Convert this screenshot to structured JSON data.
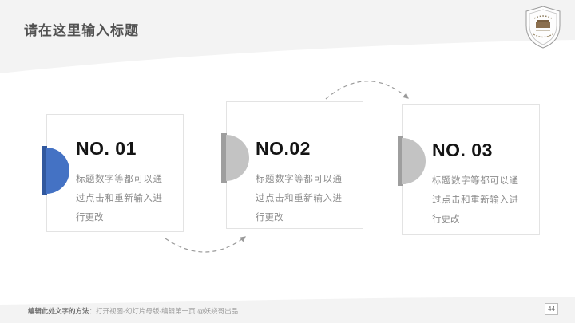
{
  "header": {
    "title": "请在这里输入标题"
  },
  "logo": {
    "name": "school-badge"
  },
  "cards": [
    {
      "number": "NO. 01",
      "body": "标题数字等都可以通过点击和重新输入进行更改",
      "bar_color": "#31589e",
      "circle_color": "#4472c4"
    },
    {
      "number": "NO.02",
      "body": "标题数字等都可以通过点击和重新输入进行更改",
      "bar_color": "#9e9e9e",
      "circle_color": "#c3c3c3"
    },
    {
      "number": "NO. 03",
      "body": "标题数字等都可以通过点击和重新输入进行更改",
      "bar_color": "#9e9e9e",
      "circle_color": "#c3c3c3"
    }
  ],
  "footer": {
    "label_bold": "编辑此处文字的方法",
    "label_rest": "：打开视图-幻灯片母版-编辑第一页 @妖娆哥出品",
    "page_number": "44"
  },
  "colors": {
    "band": "#f3f3f3",
    "card_border": "#e3e3e3",
    "title_text": "#525252",
    "number_text": "#141414",
    "body_text": "#8c8c8c",
    "arrow": "#9a9a9a",
    "accent_blue": "#4472c4",
    "accent_gray": "#c3c3c3"
  }
}
